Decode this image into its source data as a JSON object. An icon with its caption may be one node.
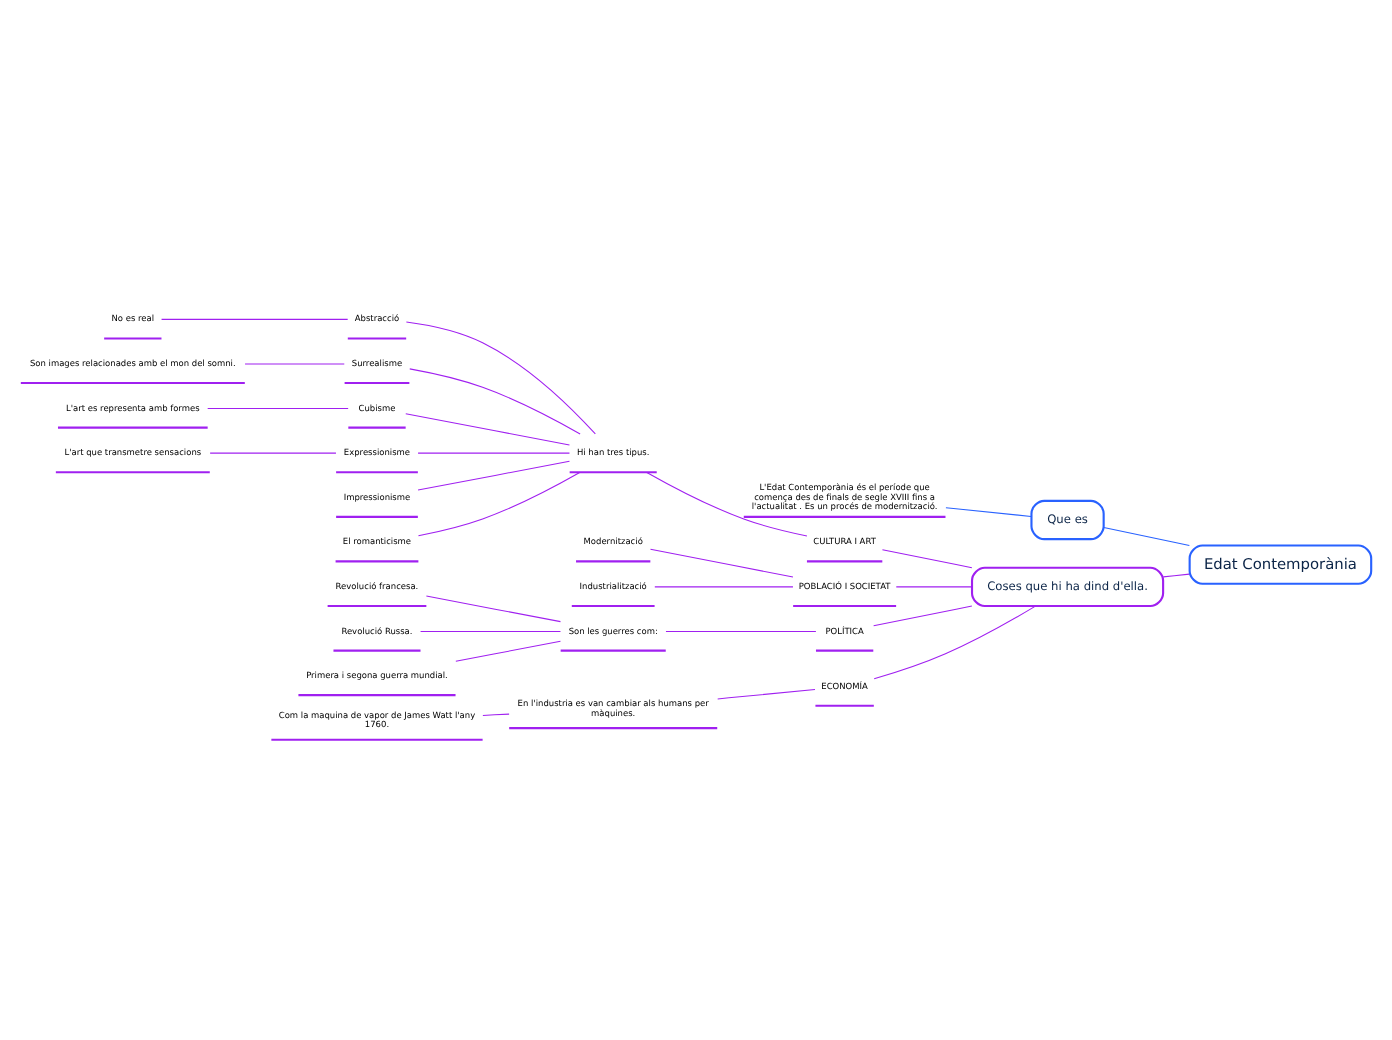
{
  "diagram": {
    "nodes": [
      {
        "text": [
          "Edat Contemporània"
        ]
      },
      {
        "text": [
          "Que es"
        ]
      },
      {
        "text": [
          "L'Edat Contemporània és el període que comença des de finals de segle XVIII fins a l'actualitat . Es un procés de modernització."
        ]
      },
      {
        "text": [
          "Coses que hi ha dind d'ella."
        ]
      },
      {
        "text": [
          "CULTURA I ART"
        ]
      },
      {
        "text": [
          "Hi han tres tipus."
        ]
      },
      {
        "text": [
          "Abstracció"
        ]
      },
      {
        "text": [
          "No es real"
        ]
      },
      {
        "text": [
          "Surrealisme"
        ]
      },
      {
        "text": [
          "Son images relacionades amb el mon del somni."
        ]
      },
      {
        "text": [
          "Cubisme"
        ]
      },
      {
        "text": [
          "L'art es representa amb formes"
        ]
      },
      {
        "text": [
          "Expressionisme"
        ]
      },
      {
        "text": [
          "L'art que transmetre sensacions"
        ]
      },
      {
        "text": [
          "Impressionisme"
        ]
      },
      {
        "text": [
          "El romanticisme"
        ]
      },
      {
        "text": [
          "POBLACIÓ I SOCIETAT"
        ]
      },
      {
        "text": [
          "Modernització"
        ]
      },
      {
        "text": [
          "Industrialització"
        ]
      },
      {
        "text": [
          "POLÍTICA"
        ]
      },
      {
        "text": [
          "Son les guerres com:"
        ]
      },
      {
        "text": [
          "Revolució francesa."
        ]
      },
      {
        "text": [
          "Revolució Russa."
        ]
      },
      {
        "text": [
          "Primera i segona guerra mundial."
        ]
      },
      {
        "text": [
          "ECONOMÍA"
        ]
      },
      {
        "text": [
          "En l'industria es van cambiar als humans per màquines."
        ]
      },
      {
        "text": [
          "Com la maquina de vapor de James Watt l'any 1760."
        ]
      }
    ],
    "edges": [
      {
        "from": 0,
        "to": 1,
        "arrow": "none",
        "color": "#2962ff"
      },
      {
        "from": 1,
        "to": 2,
        "arrow": "none",
        "color": "#2962ff"
      },
      {
        "from": 0,
        "to": 3,
        "arrow": "none"
      },
      {
        "from": 3,
        "to": 4,
        "arrow": "none"
      },
      {
        "from": 4,
        "to": 5,
        "arrow": "none"
      },
      {
        "from": 5,
        "to": 6,
        "arrow": "none"
      },
      {
        "from": 6,
        "to": 7,
        "arrow": "none"
      },
      {
        "from": 5,
        "to": 8,
        "arrow": "none"
      },
      {
        "from": 8,
        "to": 9,
        "arrow": "none"
      },
      {
        "from": 5,
        "to": 10,
        "arrow": "none"
      },
      {
        "from": 10,
        "to": 11,
        "arrow": "none"
      },
      {
        "from": 5,
        "to": 12,
        "arrow": "none"
      },
      {
        "from": 12,
        "to": 13,
        "arrow": "none"
      },
      {
        "from": 5,
        "to": 14,
        "arrow": "none"
      },
      {
        "from": 5,
        "to": 15,
        "arrow": "none"
      },
      {
        "from": 3,
        "to": 16,
        "arrow": "none"
      },
      {
        "from": 16,
        "to": 17,
        "arrow": "none"
      },
      {
        "from": 16,
        "to": 18,
        "arrow": "none"
      },
      {
        "from": 3,
        "to": 19,
        "arrow": "none"
      },
      {
        "from": 19,
        "to": 20,
        "arrow": "none"
      },
      {
        "from": 20,
        "to": 21,
        "arrow": "none"
      },
      {
        "from": 20,
        "to": 22,
        "arrow": "none"
      },
      {
        "from": 20,
        "to": 23,
        "arrow": "none"
      },
      {
        "from": 3,
        "to": 24,
        "arrow": "none"
      },
      {
        "from": 24,
        "to": 25,
        "arrow": "none"
      },
      {
        "from": 25,
        "to": 26,
        "arrow": "none"
      }
    ]
  }
}
